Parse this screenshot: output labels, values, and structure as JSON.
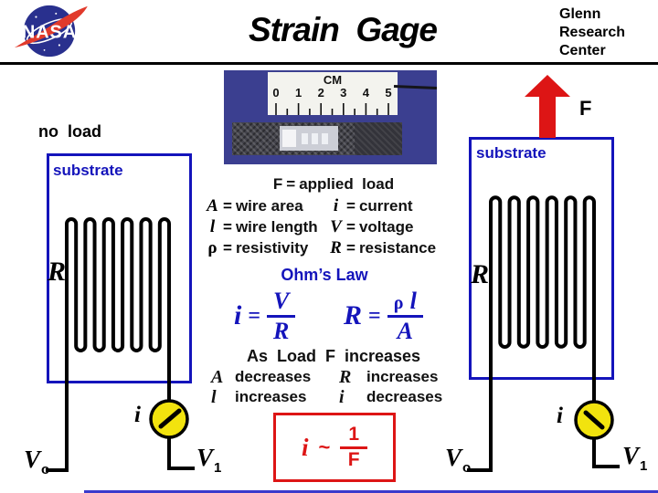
{
  "colors": {
    "blue": "#1414bb",
    "red": "#dd1515",
    "meter-yellow": "#f2e30e",
    "photo-bg": "#3b3f90",
    "ink": "#111111"
  },
  "header": {
    "title": "Strain  Gage",
    "org_line1": "Glenn",
    "org_line2": "Research",
    "org_line3": "Center",
    "logo_text": "NASA"
  },
  "photo": {
    "ruler_unit": "CM",
    "ticks": [
      "0",
      "1",
      "2",
      "3",
      "4",
      "5"
    ]
  },
  "left_gage": {
    "load_label": "no  load",
    "substrate": "substrate",
    "R": "R",
    "i": "i",
    "v0_base": "V",
    "v0_sub": "o",
    "v1_base": "V",
    "v1_sub": "1"
  },
  "right_gage": {
    "force": "F",
    "substrate": "substrate",
    "R": "R",
    "i": "i",
    "v0_base": "V",
    "v0_sub": "o",
    "v1_base": "V",
    "v1_sub": "1"
  },
  "definitions": {
    "force_sym": "F",
    "force_eq": "=",
    "force_desc": "applied  load",
    "left": [
      {
        "sym": "A",
        "eq": "=",
        "desc": "wire area"
      },
      {
        "sym": "l",
        "eq": "=",
        "desc": "wire length"
      },
      {
        "sym": "ρ",
        "eq": "=",
        "desc": "resistivity"
      }
    ],
    "right": [
      {
        "sym": "i",
        "eq": "=",
        "desc": "current"
      },
      {
        "sym": "V",
        "eq": "=",
        "desc": "voltage"
      },
      {
        "sym": "R",
        "eq": "=",
        "desc": "resistance"
      }
    ]
  },
  "ohms_law": {
    "title": "Ohm’s Law",
    "eq1_lhs": "i",
    "eq1_eq": "=",
    "eq1_num": "V",
    "eq1_den": "R",
    "eq2_lhs": "R",
    "eq2_eq": "=",
    "eq2_num_rho": "ρ",
    "eq2_num_l": "l",
    "eq2_den": "A"
  },
  "load_effects": {
    "title": "As  Load  F  increases",
    "rows": [
      {
        "sym1": "A",
        "word1": "decreases",
        "sym2": "R",
        "word2": "increases"
      },
      {
        "sym1": "l",
        "word1": "increases",
        "sym2": "i",
        "word2": "decreases"
      }
    ]
  },
  "result": {
    "lhs": "i",
    "rel": "~",
    "num": "1",
    "den": "F"
  }
}
